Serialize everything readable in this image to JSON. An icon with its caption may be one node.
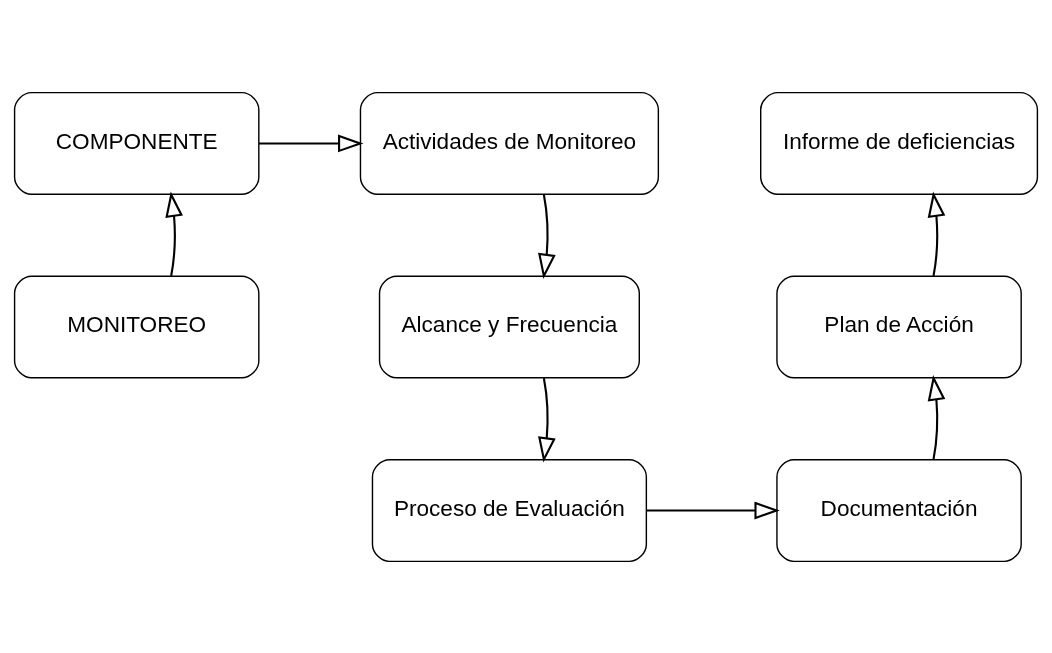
{
  "diagram": {
    "nodes": [
      {
        "text": [
          "COMPONENTE"
        ]
      },
      {
        "text": [
          "Actividades de Monitoreo"
        ]
      },
      {
        "text": [
          "Informe de deficiencias"
        ]
      },
      {
        "text": [
          "Alcance y Frecuencia"
        ]
      },
      {
        "text": [
          "MONITOREO"
        ]
      },
      {
        "text": [
          "Plan de Acción"
        ]
      },
      {
        "text": [
          "Proceso de Evaluación"
        ]
      },
      {
        "text": [
          "Documentación"
        ]
      }
    ],
    "edges": [
      {
        "from": 0,
        "to": 1,
        "arrow": "to"
      },
      {
        "from": 1,
        "to": 3,
        "arrow": "to"
      },
      {
        "from": 3,
        "to": 6,
        "arrow": "to"
      },
      {
        "from": 6,
        "to": 7,
        "arrow": "to"
      },
      {
        "from": 7,
        "to": 5,
        "arrow": "to"
      },
      {
        "from": 5,
        "to": 2,
        "arrow": "to"
      },
      {
        "from": 4,
        "to": 0,
        "arrow": "to"
      }
    ]
  }
}
